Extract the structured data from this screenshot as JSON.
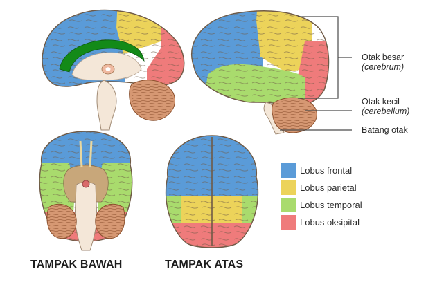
{
  "colors": {
    "frontal": "#5a9bd8",
    "parietal": "#ecd35a",
    "temporal": "#a9db6d",
    "oksipital": "#ef7b7b",
    "cerebellum": "#d69873",
    "brainstem": "#f4e7d8",
    "corpus_callosum": "#138a18",
    "outline": "#6f5a46",
    "bracket": "#4a4a4a"
  },
  "callouts": {
    "otak_besar": {
      "label": "Otak besar",
      "latin": "(cerebrum)"
    },
    "otak_kecil": {
      "label": "Otak kecil",
      "latin": "(cerebellum)"
    },
    "batang_otak": {
      "label": "Batang otak"
    }
  },
  "legend": [
    {
      "label": "Lobus frontal",
      "color": "#5a9bd8"
    },
    {
      "label": "Lobus parietal",
      "color": "#ecd35a"
    },
    {
      "label": "Lobus temporal",
      "color": "#a9db6d"
    },
    {
      "label": "Lobus oksipital",
      "color": "#ef7b7b"
    }
  ],
  "views": {
    "bottom": "TAMPAK BAWAH",
    "top": "TAMPAK ATAS"
  }
}
